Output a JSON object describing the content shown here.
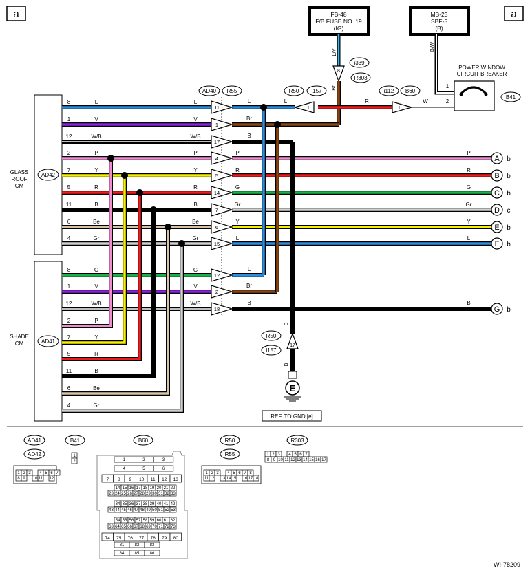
{
  "corner_labels": {
    "left": "a",
    "right": "a"
  },
  "fuse_box": {
    "line1": "FB-48",
    "line2": "F/B FUSE NO. 19",
    "line3": "(IG)"
  },
  "sbf_box": {
    "line1": "MB-23",
    "line2": "SBF-5",
    "line3": "(B)"
  },
  "breaker": {
    "line1": "POWER WINDOW",
    "line2": "CIRCUIT BREAKER",
    "id": "B41",
    "pin1": "1",
    "pin2": "2"
  },
  "glass_roof": {
    "line1": "GLASS",
    "line2": "ROOF",
    "line3": "CM",
    "id": "AD42"
  },
  "shade": {
    "line1": "SHADE",
    "line2": "CM",
    "id": "AD41"
  },
  "connectors": {
    "ad40": "AD40",
    "r55": "R55",
    "r50": "R50",
    "i157": "i157",
    "i112": "i112",
    "b60": "B60",
    "i339": "i339",
    "r303": "R303",
    "r50_gnd": "R50",
    "i157_gnd": "i157"
  },
  "top_wire_labels": {
    "ly": "L/Y",
    "bw": "B/W",
    "br_vert": "Br",
    "r": "R",
    "w": "W"
  },
  "mid_pins": {
    "i339_pin": "8",
    "r50_pin": "1",
    "i112_pin": "1",
    "gnd_pin": "17"
  },
  "glass_rows": [
    {
      "pin": "8",
      "color": "L",
      "right_color": "L",
      "conn_pin": "11",
      "out": "L"
    },
    {
      "pin": "1",
      "color": "V",
      "right_color": "V",
      "conn_pin": "1",
      "out": "Br"
    },
    {
      "pin": "12",
      "color": "W/B",
      "right_color": "W/B",
      "conn_pin": "17",
      "out": "B"
    },
    {
      "pin": "2",
      "color": "P",
      "right_color": "P",
      "conn_pin": "4",
      "out": "P",
      "far_color": "P",
      "term": "A",
      "term_ref": "b"
    },
    {
      "pin": "7",
      "color": "Y",
      "right_color": "Y",
      "conn_pin": "5",
      "out": "R",
      "far_color": "R",
      "term": "B",
      "term_ref": "b"
    },
    {
      "pin": "5",
      "color": "R",
      "right_color": "R",
      "conn_pin": "14",
      "out": "G",
      "far_color": "G",
      "term": "C",
      "term_ref": "b"
    },
    {
      "pin": "11",
      "color": "B",
      "right_color": "B",
      "conn_pin": "7",
      "out": "Gr",
      "far_color": "Gr",
      "term": "D",
      "term_ref": "c"
    },
    {
      "pin": "6",
      "color": "Be",
      "right_color": "Be",
      "conn_pin": "6",
      "out": "Y",
      "far_color": "Y",
      "term": "E",
      "term_ref": "b"
    },
    {
      "pin": "4",
      "color": "Gr",
      "right_color": "Gr",
      "conn_pin": "15",
      "out": "L",
      "far_color": "L",
      "term": "F",
      "term_ref": "b"
    }
  ],
  "shade_rows": [
    {
      "pin": "8",
      "color": "G",
      "right_color": "G",
      "conn_pin": "12",
      "out": "L"
    },
    {
      "pin": "1",
      "color": "V",
      "right_color": "V",
      "conn_pin": "2",
      "out": "Br"
    },
    {
      "pin": "12",
      "color": "W/B",
      "right_color": "W/B",
      "conn_pin": "18",
      "out": "B",
      "far_color": "B",
      "term": "G",
      "term_ref": "b"
    },
    {
      "pin": "2",
      "color": "P"
    },
    {
      "pin": "7",
      "color": "Y"
    },
    {
      "pin": "5",
      "color": "R"
    },
    {
      "pin": "11",
      "color": "B"
    },
    {
      "pin": "6",
      "color": "Be"
    },
    {
      "pin": "4",
      "color": "Gr"
    }
  ],
  "ground": {
    "wire_upper": "B",
    "wire_lower": "B",
    "symbol": "E",
    "ref": "REF. TO GND [e]"
  },
  "legend": {
    "ad41": "AD41",
    "ad42": "AD42",
    "b41": "B41",
    "b60": "B60",
    "r50": "R50",
    "r55": "R55",
    "r303": "R303",
    "ad_top": [
      "1",
      "2",
      "3",
      "4",
      "5",
      "6",
      "7"
    ],
    "ad_bot": [
      "8",
      "9",
      "10",
      "11",
      "12"
    ],
    "b41_pins": [
      "1",
      "2"
    ],
    "b60_rows": [
      [
        "1",
        "2",
        "3"
      ],
      [
        "4",
        "5",
        "6"
      ],
      [
        "7",
        "8",
        "9",
        "10",
        "11",
        "12",
        "13"
      ],
      [
        "14",
        "15",
        "16",
        "17",
        "18",
        "19",
        "20",
        "21",
        "22"
      ],
      [
        "23",
        "24",
        "25",
        "26",
        "27",
        "28",
        "29",
        "30",
        "31",
        "32",
        "33"
      ],
      [
        "34",
        "35",
        "36",
        "37",
        "38",
        "39",
        "40",
        "41",
        "42"
      ],
      [
        "43",
        "44",
        "45",
        "46",
        "47",
        "48",
        "49",
        "50",
        "51",
        "52",
        "53"
      ],
      [
        "54",
        "55",
        "56",
        "57",
        "58",
        "59",
        "60",
        "61",
        "62"
      ],
      [
        "63",
        "64",
        "65",
        "66",
        "67",
        "68",
        "69",
        "70",
        "71",
        "72",
        "73"
      ],
      [
        "74",
        "75",
        "76",
        "77",
        "78",
        "79",
        "80"
      ],
      [
        "81",
        "82",
        "83"
      ],
      [
        "84",
        "85",
        "86"
      ]
    ],
    "r_top": [
      "1",
      "2",
      "3",
      "4",
      "5",
      "6",
      "7",
      "8"
    ],
    "r_bot": [
      "11",
      "12",
      "13",
      "14",
      "15",
      "16",
      "17",
      "18"
    ],
    "r303_top": [
      "1",
      "2",
      "3",
      "4",
      "5",
      "6",
      "7"
    ],
    "r303_bot": [
      "8",
      "9",
      "10",
      "11",
      "12",
      "13",
      "14",
      "15",
      "16",
      "17"
    ]
  },
  "figure_id": "WI-78209"
}
